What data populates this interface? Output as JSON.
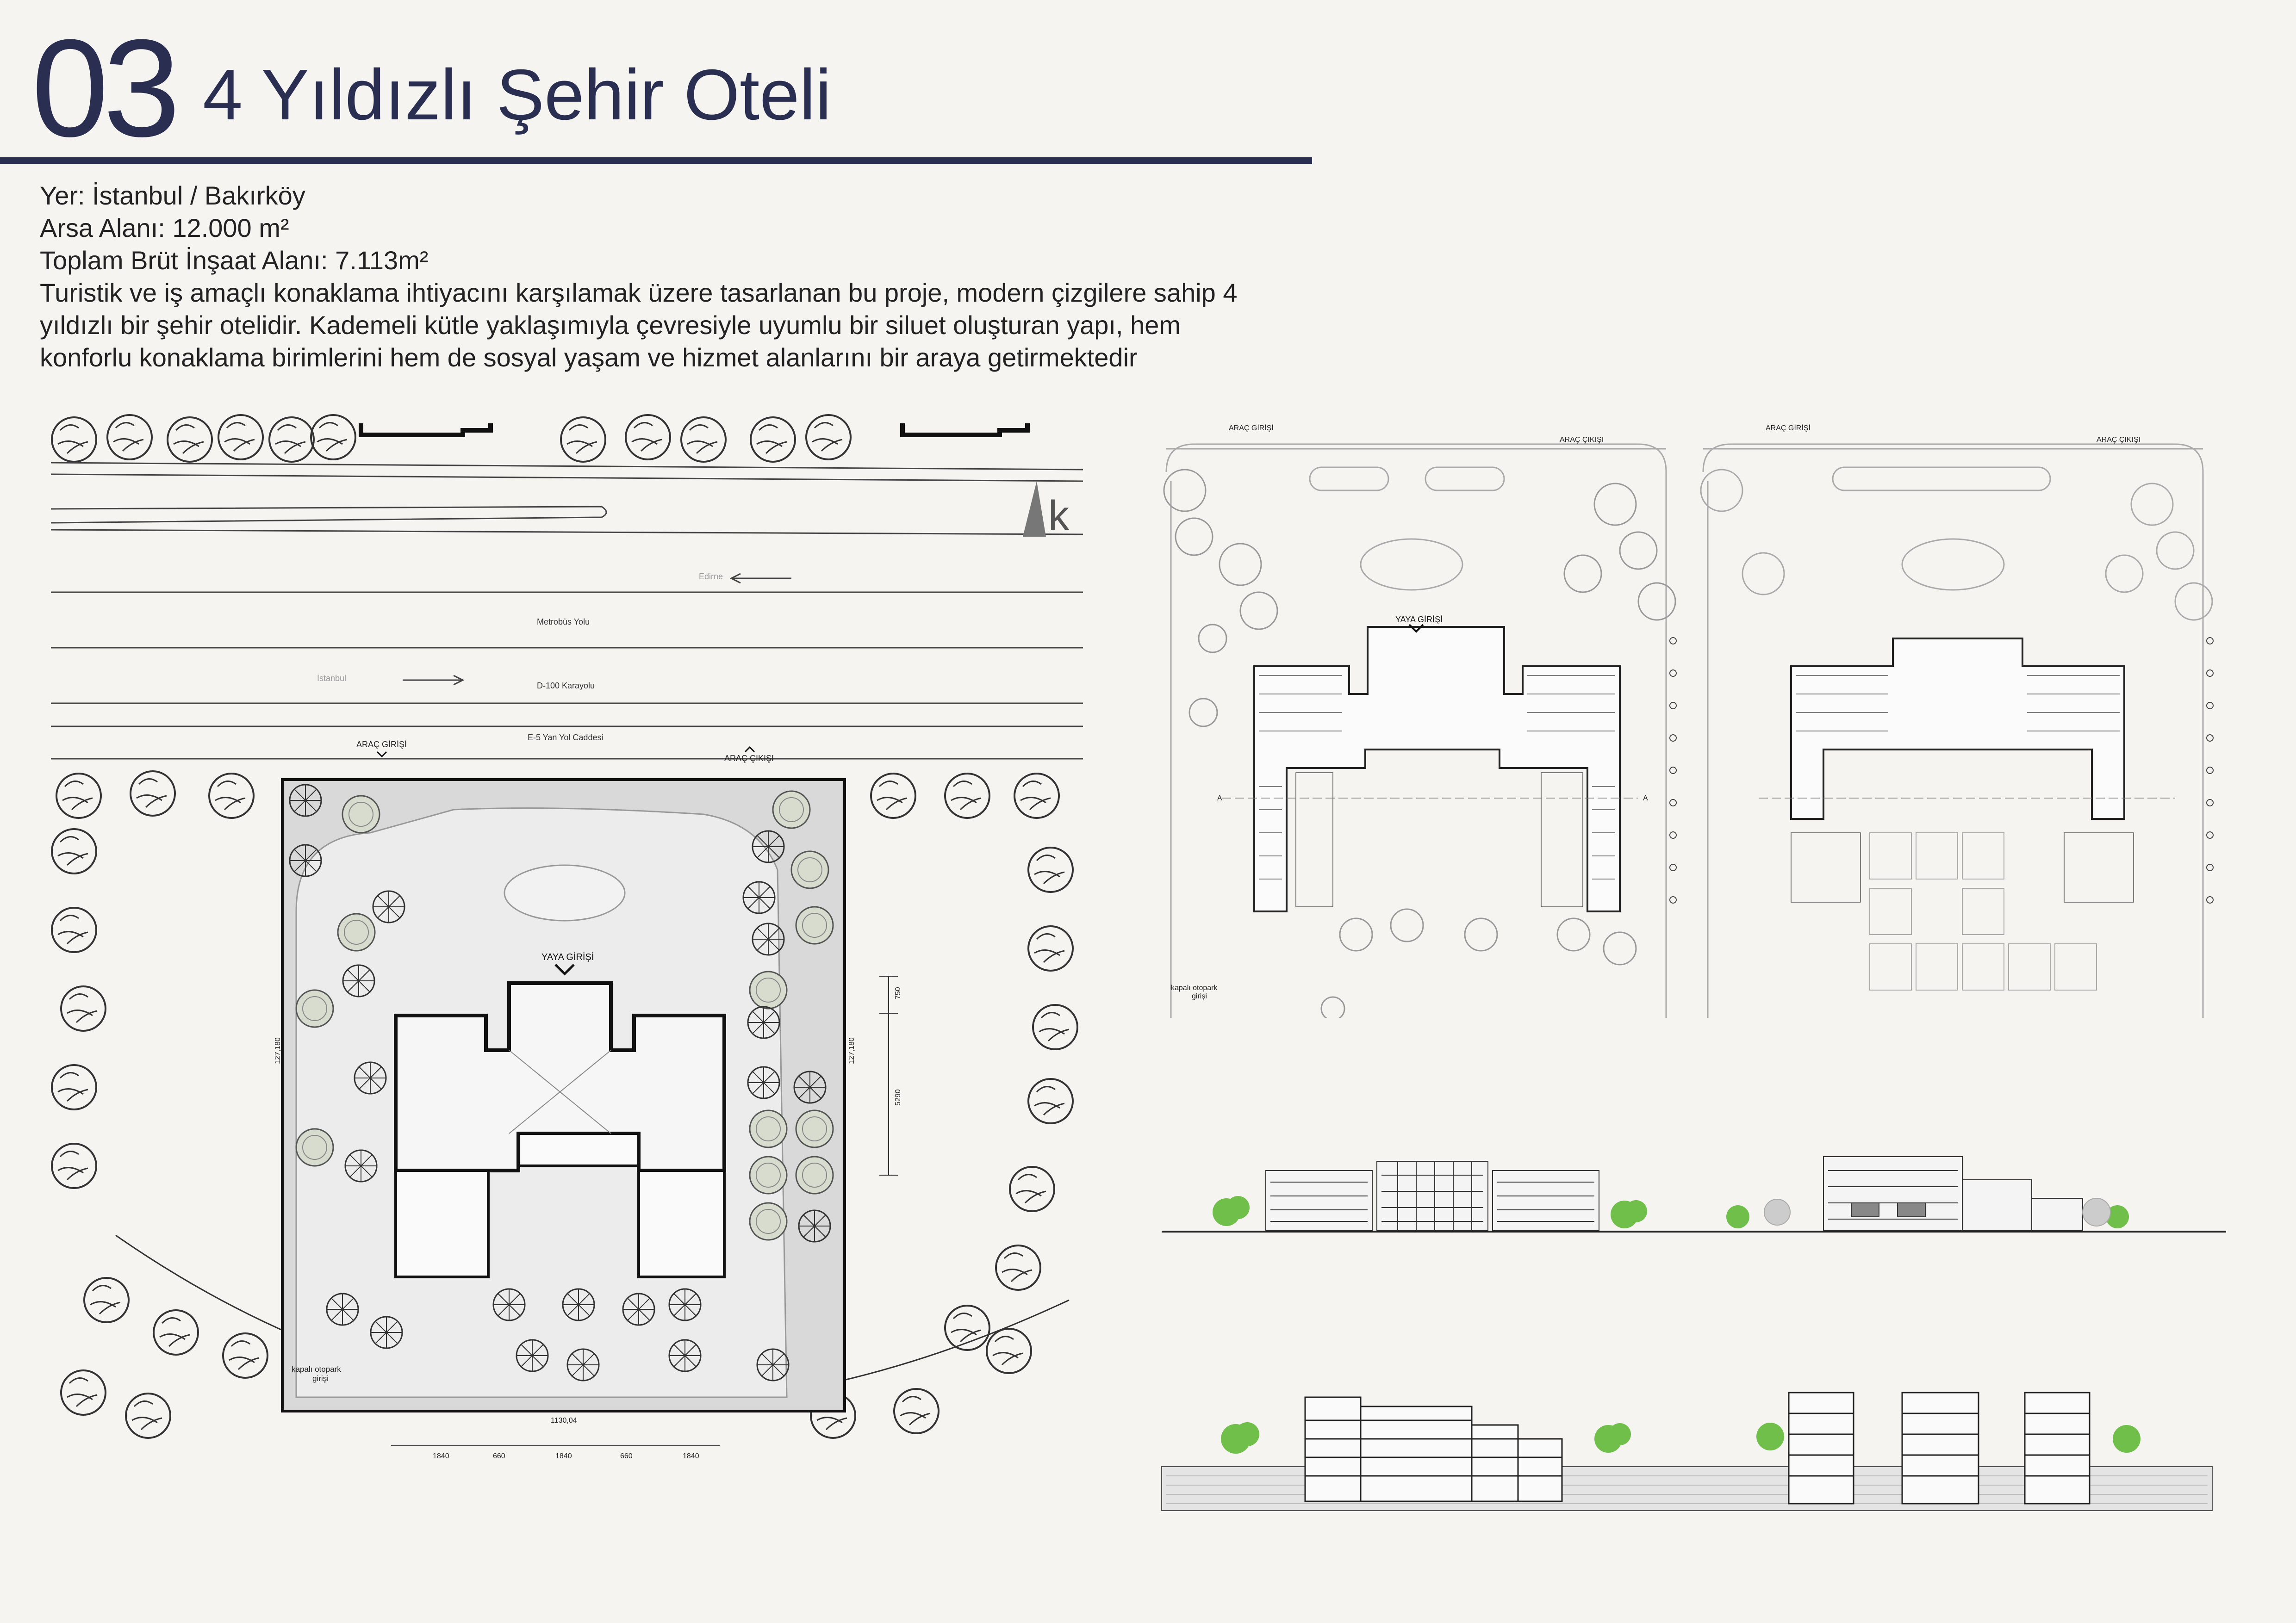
{
  "header": {
    "number": "03",
    "title": "4 Yıldızlı Şehir Oteli",
    "rule_color": "#2a2f52"
  },
  "info": {
    "location": "Yer: İstanbul / Bakırköy",
    "site_area": "Arsa Alanı: 12.000 m²",
    "gross_area": "Toplam Brüt İnşaat Alanı: 7.113m²",
    "desc_line1": "Turistik ve iş amaçlı konaklama ihtiyacını karşılamak üzere tasarlanan bu proje, modern çizgilere sahip 4",
    "desc_line2": "yıldızlı bir şehir otelidir. Kademeli kütle yaklaşımıyla çevresiyle uyumlu bir siluet oluşturan yapı, hem",
    "desc_line3": "konforlu konaklama birimlerini hem de sosyal yaşam ve hizmet alanlarını bir araya getirmektedir"
  },
  "site_plan": {
    "road_metrobus": "Metrobüs Yolu",
    "road_d100": "D-100 Karayolu",
    "road_e5": "E-5 Yan Yol Caddesi",
    "dir_edirne": "Edirne",
    "dir_istanbul": "İstanbul",
    "vehicle_entry": "ARAÇ GİRİŞİ",
    "vehicle_exit": "ARAÇ ÇIKIŞI",
    "pedestrian_entry": "YAYA GİRİŞİ",
    "parking_entry_1": "kapalı otopark",
    "parking_entry_2": "girişi",
    "dim_width": "1130,04",
    "dim_depth_left": "127,180",
    "dim_depth_right": "127,180",
    "dim_bottom": [
      "1840",
      "660",
      "1840",
      "660",
      "1840"
    ],
    "dim_side": [
      "750",
      "5290"
    ],
    "north_letter": "k"
  },
  "floor_plans": {
    "vehicle_entry": "ARAÇ GİRİŞİ",
    "vehicle_exit": "ARAÇ ÇIKIŞI",
    "pedestrian_entry": "YAYA GİRİŞİ",
    "parking_entry_1": "kapalı otopark",
    "parking_entry_2": "girişi",
    "section_a_left": "A",
    "section_a_right": "A"
  },
  "colors": {
    "navy": "#2a2f52",
    "line": "#333333",
    "light": "#bbbbbb",
    "green": "#6fbf4a",
    "paving": "#dcdcdc"
  }
}
